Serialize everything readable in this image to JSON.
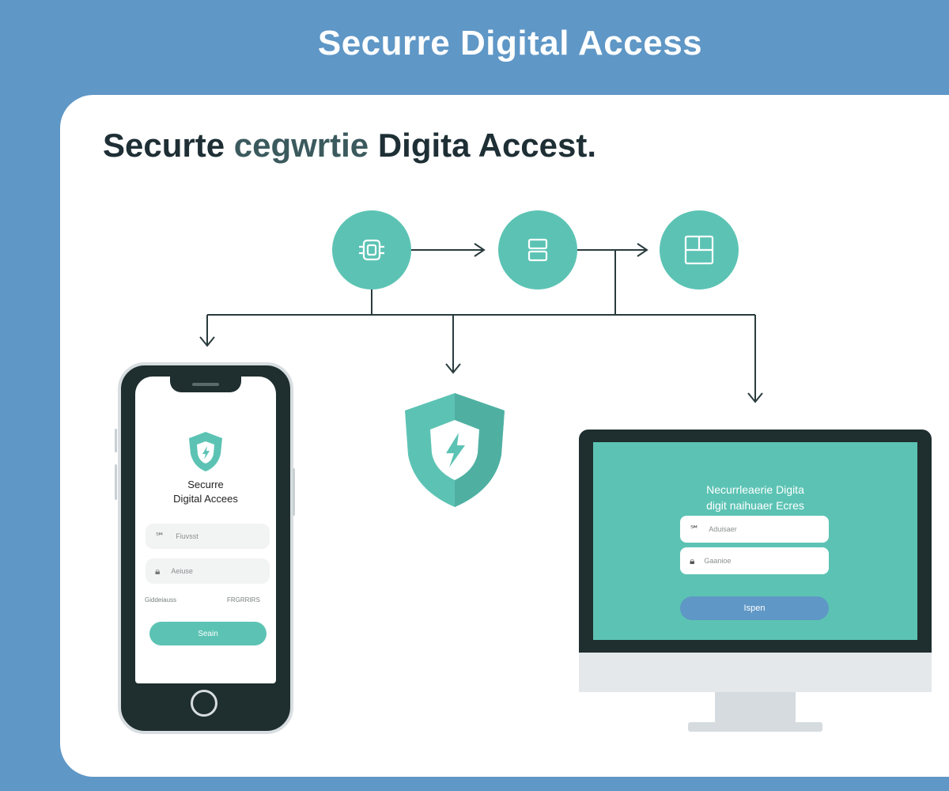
{
  "banner": {
    "title": "Securre Digital Access"
  },
  "card": {
    "heading_part1": "Securte",
    "heading_part2": "ϲegwrtie",
    "heading_part3": "Digita Accest."
  },
  "flow": {
    "nodes": [
      {
        "icon": "key-scan-icon"
      },
      {
        "icon": "database-icon"
      },
      {
        "icon": "grid-panel-icon"
      }
    ],
    "accent_color": "#5cc3b4",
    "line_color": "#2a3b3d"
  },
  "phone": {
    "title_line1": "Securre",
    "title_line2": "Digital Accees",
    "username_placeholder": "Fiuvsst",
    "password_placeholder": "Aeiuse",
    "forgot_link": "Giddeiauss",
    "signup_link": "FRGRRIRS",
    "button_label": "Seain"
  },
  "monitor": {
    "title_line1": "Necurrleaerie Digita",
    "title_line2": "digit naihuaer Ecres",
    "username_placeholder": "Aduisaer",
    "password_placeholder": "Gaanioe",
    "button_label": "Ispen"
  },
  "colors": {
    "background": "#5f97c6",
    "accent": "#5cc3b4",
    "dark": "#1f2e2f"
  }
}
